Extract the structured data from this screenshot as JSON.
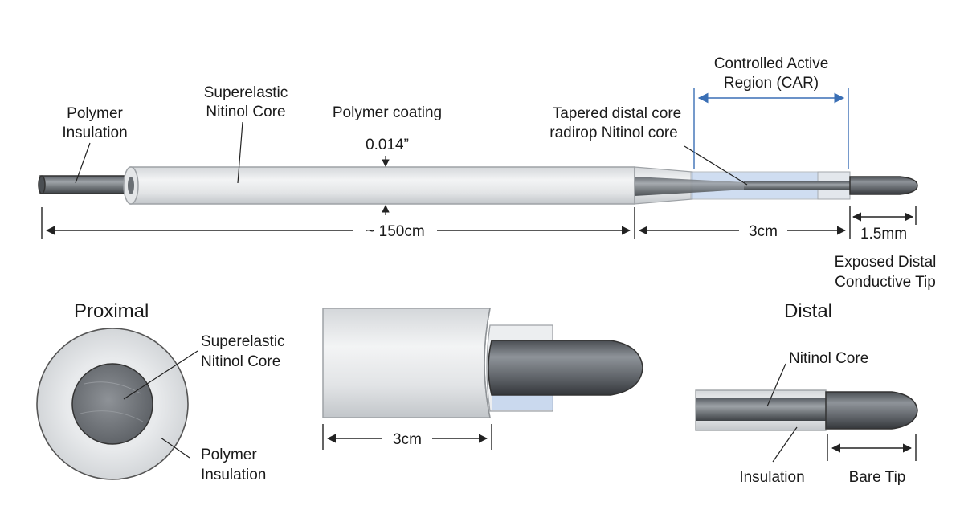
{
  "top_view": {
    "labels": {
      "polymer_insulation": [
        "Polymer",
        "Insulation"
      ],
      "superelastic_core": [
        "Superelastic",
        "Nitinol Core"
      ],
      "polymer_coating": "Polymer coating",
      "diameter": "0.014”",
      "controlled_active_region": [
        "Controlled Active",
        "Region (CAR)"
      ],
      "tapered_core": [
        "Tapered distal core",
        "radirop Nitinol core"
      ],
      "length_total": "~ 150cm",
      "length_car": "3cm",
      "length_tip": "1.5mm",
      "exposed_tip": [
        "Exposed Distal",
        "Conductive Tip"
      ]
    }
  },
  "proximal_view": {
    "title": "Proximal",
    "core_label": [
      "Superelastic",
      "Nitinol Core"
    ],
    "insulation_label": [
      "Polymer",
      "Insulation"
    ]
  },
  "middle_view": {
    "length": "3cm"
  },
  "distal_view": {
    "title": "Distal",
    "core_label": "Nitinol Core",
    "insulation_label": "Insulation",
    "bare_tip_label": "Bare Tip"
  },
  "colors": {
    "metal_dark": "#555a60",
    "metal_light": "#9ea3a8",
    "polymer": "#e6e8ea",
    "polymer_edge": "#a8acb0",
    "car_blue": "#aec4e6",
    "dimension_blue": "#3a6fb5"
  }
}
